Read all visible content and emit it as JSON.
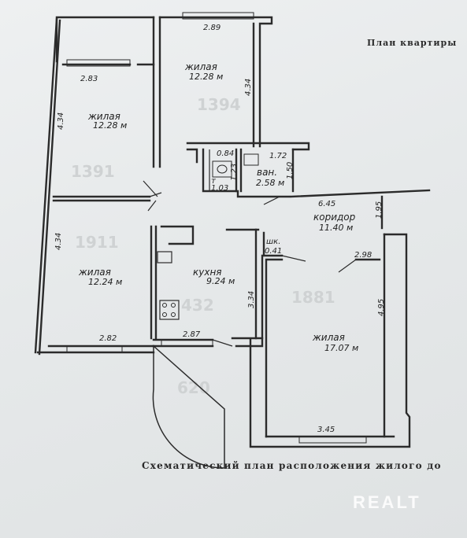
{
  "header": {
    "title": "План квартиры"
  },
  "caption": "Схематический план расположения жилого до",
  "watermark": "REALT",
  "rooms": [
    {
      "id": "bedroom-top-left",
      "label": "жилая",
      "area": "12.28 м"
    },
    {
      "id": "bedroom-top",
      "label": "жилая",
      "area": "12.28 м"
    },
    {
      "id": "bedroom-left",
      "label": "жилая",
      "area": "12.24 м"
    },
    {
      "id": "kitchen",
      "label": "кухня",
      "area": "9.24 м"
    },
    {
      "id": "corridor",
      "label": "коридор",
      "area": "11.40 м"
    },
    {
      "id": "living",
      "label": "жилая",
      "area": "17.07 м"
    },
    {
      "id": "bathroom",
      "label": "ван.",
      "area": "2.58 м"
    },
    {
      "id": "toilet",
      "label": "т",
      "area": "1.03"
    },
    {
      "id": "closet",
      "label": "шк.",
      "area": "0.41"
    }
  ],
  "dimensions": {
    "top_room_width": "2.89",
    "top_left_width": "2.83",
    "top_left_depth": "4.34",
    "top_room_depth": "4.34",
    "toilet_width": "0.84",
    "bath_width": "1.72",
    "bath_depth": "1.50",
    "toilet_depth": "1.23",
    "corridor_length": "6.45",
    "corridor_width": "1.95",
    "left_room_depth": "4.34",
    "left_room_width": "2.82",
    "kitchen_width": "2.87",
    "kitchen_depth": "3.34",
    "living_width_top": "2.98",
    "living_depth": "4.95",
    "living_width_bottom": "3.45"
  }
}
